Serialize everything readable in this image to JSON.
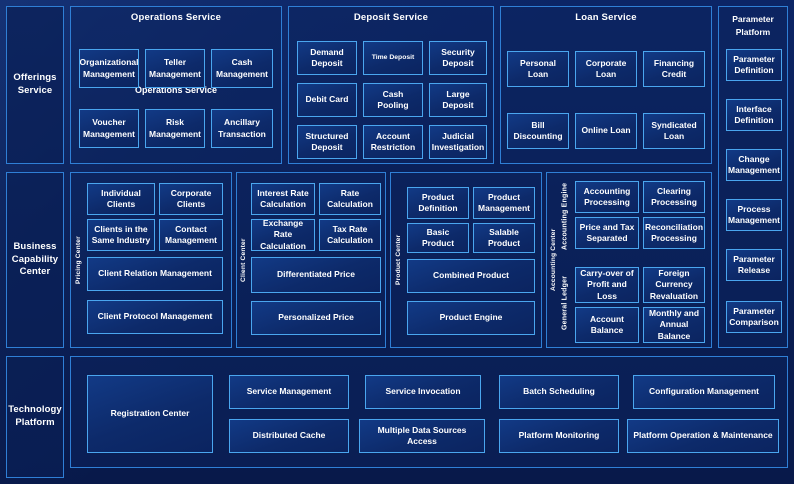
{
  "rows": [
    {
      "key": "offerings",
      "label": "Offerings\nService"
    },
    {
      "key": "capability",
      "label": "Business\nCapability\nCenter"
    },
    {
      "key": "technology",
      "label": "Technology\nPlatform"
    }
  ],
  "offerings_service": {
    "groups": [
      {
        "title": "Operations Service",
        "subtitle": "Operations Service",
        "cells": [
          "Organizational\nManagement",
          "Teller\nManagement",
          "Cash\nManagement",
          "Voucher\nManagement",
          "Risk\nManagement",
          "Ancillary\nTransaction"
        ]
      },
      {
        "title": "Deposit Service",
        "cells": [
          "Demand\nDeposit",
          "Time Deposit",
          "Security\nDeposit",
          "Debit Card",
          "Cash Pooling",
          "Large\nDeposit",
          "Structured\nDeposit",
          "Account\nRestriction",
          "Judicial\nInvestigation"
        ],
        "small_cells": [
          "Time Deposit"
        ]
      },
      {
        "title": "Loan Service",
        "cells": [
          "Personal Loan",
          "Corporate\nLoan",
          "Financing\nCredit",
          "Bill Discounting",
          "Online Loan",
          "Syndicated\nLoan"
        ]
      }
    ]
  },
  "business_capability_center": {
    "client_center": {
      "vertical_label": "Pricing Center",
      "cells": [
        "Individual Clients",
        "Corporate\nClients",
        "Clients in the\nSame Industry",
        "Contact\nManagement",
        "Client Relation Management",
        "Client Protocol Management"
      ]
    },
    "pricing_center": {
      "vertical_label": "Client Center",
      "cells": [
        "Interest Rate\nCalculation",
        "Rate\nCalculation",
        "Exchange Rate\nCalculation",
        "Tax Rate\nCalculation",
        "Differentiated Price",
        "Personalized Price"
      ]
    },
    "product_center": {
      "vertical_label": "Product Center",
      "cells": [
        "Product\nDefinition",
        "Product\nManagement",
        "Basic Product",
        "Salable Product",
        "Combined Product",
        "Product Engine"
      ]
    },
    "accounting_center": {
      "vertical_label": "Accounting Center",
      "sub_blocks": [
        {
          "vertical_label": "Accounting Engine",
          "cells": [
            "Accounting\nProcessing",
            "Clearing\nProcessing",
            "Price and Tax\nSeparated",
            "Reconciliation\nProcessing"
          ]
        },
        {
          "vertical_label": "General Ledger",
          "cells": [
            "Carry-over of\nProfit and Loss",
            "Foreign\nCurrency\nRevaluation",
            "Account\nBalance",
            "Monthly and\nAnnual\nBalance"
          ]
        }
      ]
    }
  },
  "parameter_platform": {
    "title": "Parameter\nPlatform",
    "cells": [
      "Parameter\nDefinition",
      "Interface\nDefinition",
      "Change\nManagement",
      "Process\nManagement",
      "Parameter\nRelease",
      "Parameter\nComparison"
    ]
  },
  "technology_platform": {
    "cells": [
      "Registration Center",
      "Service Management",
      "Distributed Cache",
      "Service Invocation",
      "Multiple Data Sources Access",
      "Batch Scheduling",
      "Platform Monitoring",
      "Configuration Management",
      "Platform Operation & Maintenance"
    ]
  },
  "colors": {
    "background": "#0a1f57",
    "panel_border": "#2f7fd6",
    "cell_border": "#4aa6ef",
    "cell_fill": "#123a86",
    "text": "#ffffff"
  }
}
